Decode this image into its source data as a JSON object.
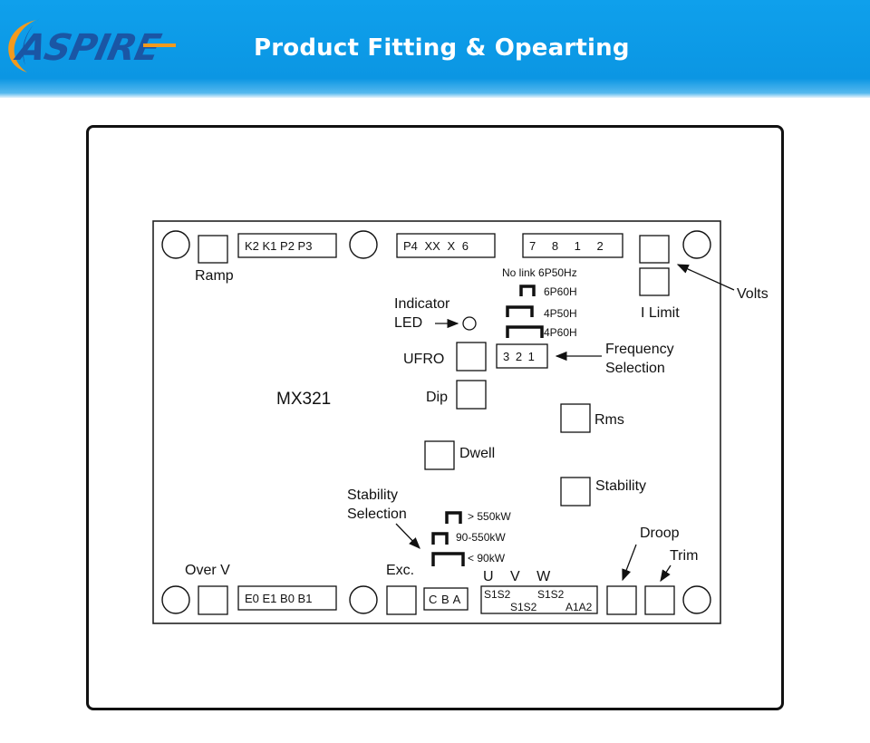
{
  "header": {
    "brand": "ASPIRE",
    "title": "Product Fitting & Opearting"
  },
  "colors": {
    "banner_blue": "#0ea0ea",
    "logo_blue": "#1a56a5",
    "logo_orange": "#f39a1c"
  },
  "board": {
    "model": "MX321",
    "top_terminals": {
      "left": "K2 K1 P2 P3",
      "middle": "P4 XX X 6",
      "right": "7 8 1 2"
    },
    "bottom_terminals": {
      "left": "E0 E1 B0 B1",
      "cba": "C B A",
      "sensing_top_left": "S1S2",
      "sensing_top_right": "S1S2",
      "sensing_bottom_left": "S1S2",
      "sensing_bottom_right": "A1A2",
      "uvw": "U V W"
    },
    "labels": {
      "ramp": "Ramp",
      "volts": "Volts",
      "i_limit": "I Limit",
      "indicator_led_1": "Indicator",
      "indicator_led_2": "LED",
      "ufro": "UFRO",
      "dip": "Dip",
      "dwell": "Dwell",
      "rms": "Rms",
      "stability": "Stability",
      "stability_selection_1": "Stability",
      "stability_selection_2": "Selection",
      "over_v": "Over V",
      "exc": "Exc.",
      "droop": "Droop",
      "trim": "Trim",
      "frequency_selection_1": "Frequency",
      "frequency_selection_2": "Selection",
      "frequency_terminal": "3 2 1"
    },
    "frequency_links": [
      "No link 6P50Hz",
      "6P60H",
      "4P50H",
      "4P60H"
    ],
    "stability_links": [
      "> 550kW",
      "90-550kW",
      "< 90kW"
    ]
  }
}
